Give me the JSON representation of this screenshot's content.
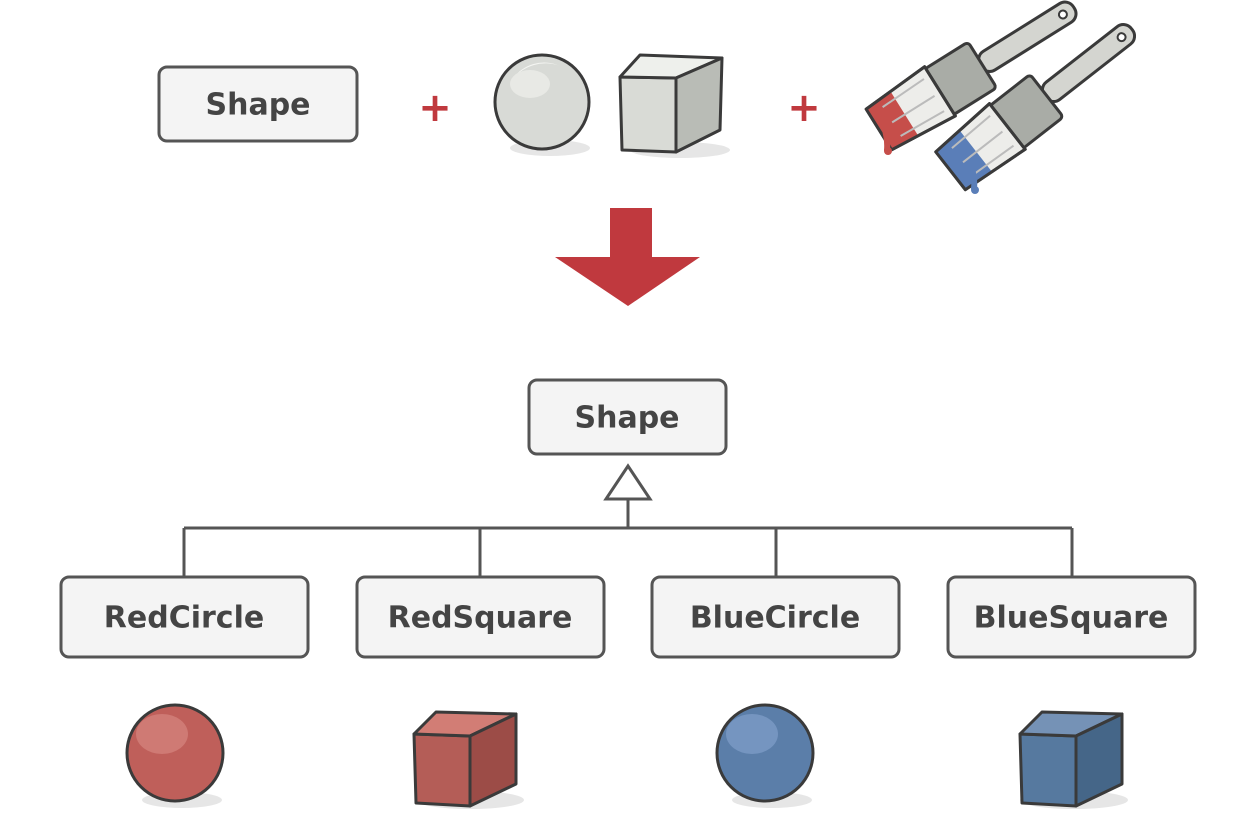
{
  "top_row": {
    "shape_label": "Shape",
    "plus_1": "+",
    "plus_2": "+"
  },
  "hierarchy": {
    "parent_label": "Shape",
    "children": [
      {
        "label": "RedCircle",
        "object": "circle",
        "color": "#c0605c"
      },
      {
        "label": "RedSquare",
        "object": "cube",
        "color": "#b5605a"
      },
      {
        "label": "BlueCircle",
        "object": "circle",
        "color": "#5a7eaa"
      },
      {
        "label": "BlueSquare",
        "object": "cube",
        "color": "#557aa6"
      }
    ]
  },
  "colors": {
    "accent_red": "#c0393e",
    "paint_red": "#c0605c",
    "paint_blue": "#5a7eaa",
    "box_fill": "#f4f4f4",
    "box_stroke": "#555555",
    "neutral_object": "#d8dad6"
  },
  "icons": [
    "sphere-icon",
    "cube-icon",
    "red-paintbrush-icon",
    "blue-paintbrush-icon",
    "down-arrow-icon",
    "inheritance-arrow-icon"
  ]
}
